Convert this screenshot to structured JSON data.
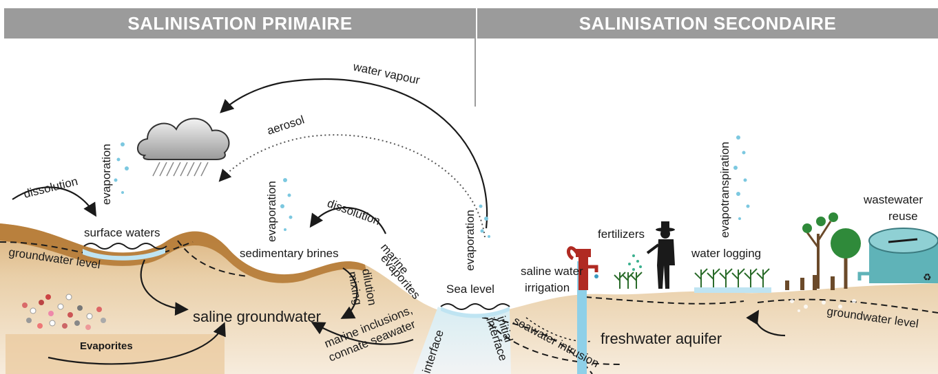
{
  "header": {
    "primary": "SALINISATION PRIMAIRE",
    "secondary": "SALINISATION SECONDAIRE"
  },
  "labels": {
    "water_vapour": "water vapour",
    "aerosol": "aerosol",
    "evaporation_1": "evaporation",
    "evaporation_2": "evaporation",
    "evaporation_3": "evaporation",
    "dissolution_1": "dissolution",
    "dissolution_2": "dissolution",
    "surface_waters": "surface waters",
    "groundwater_level_left": "groundwater level",
    "sedimentary_brines": "sedimentary brines",
    "marine_evaporites_1": "marine",
    "marine_evaporites_2": "evaporites",
    "dilution": "dilution",
    "mixing": "mixing",
    "saline_groundwater": "saline groundwater",
    "evaporites": "Evaporites",
    "marine_inclusions": "marine inclusions,",
    "connate_seawater": "connate seawater",
    "interface": "interface",
    "initial": "initial",
    "interface_2": "interface",
    "sea_level": "Sea level",
    "saline_water": "saline water",
    "irrigation": "irrigation",
    "seawater_intrusion": "seawater intrusion",
    "fertilizers": "fertilizers",
    "evapotranspiration": "evapotranspiration",
    "water_logging": "water logging",
    "wastewater": "wastewater",
    "reuse": "reuse",
    "freshwater_aquifer": "freshwater aquifer",
    "groundwater_level_right": "groundwater level"
  },
  "colors": {
    "header_bg": "#9b9b9b",
    "soil_top": "#b57a35",
    "soil_sand": "#e7c79a",
    "water": "#bfe4f2",
    "sea": "#dceff6",
    "pump": "#b02a22",
    "tank": "#5fb3b8",
    "tree": "#2f8a3a",
    "spray": "#7cc8e0"
  }
}
